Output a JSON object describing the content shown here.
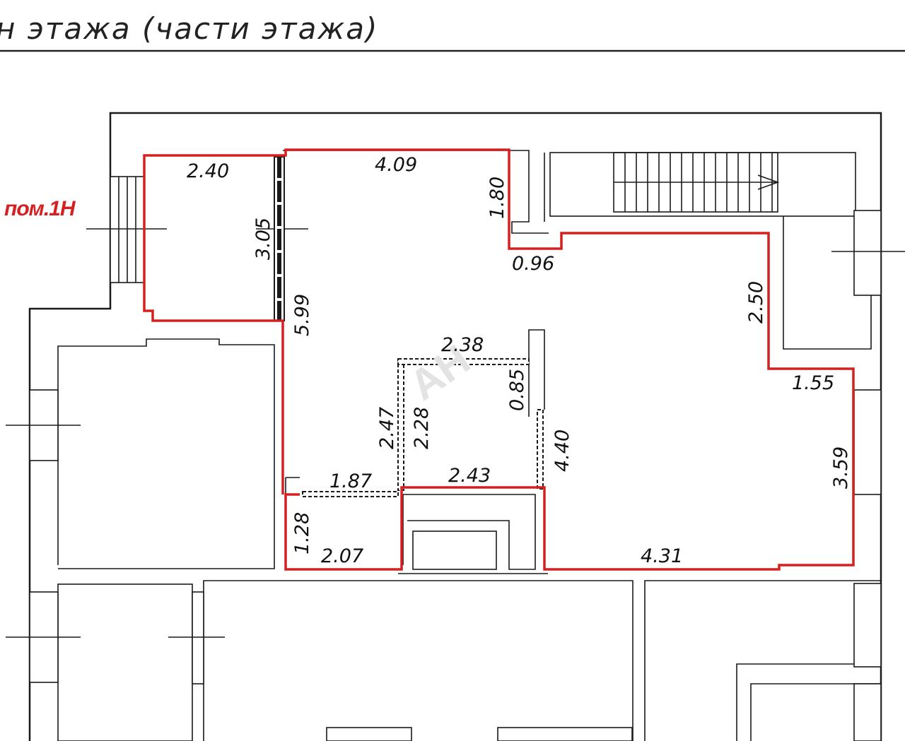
{
  "header": {
    "title": "н этажа (части этажа)"
  },
  "room": {
    "label": "пом.1Н"
  },
  "dimensions": {
    "d_2_40": "2.40",
    "d_4_09": "4.09",
    "d_1_80": "1.80",
    "d_3_05": "3.05",
    "d_0_96": "0.96",
    "d_2_50": "2.50",
    "d_5_99": "5.99",
    "d_2_38": "2.38",
    "d_0_85": "0.85",
    "d_1_55": "1.55",
    "d_2_47": "2.47",
    "d_2_28": "2.28",
    "d_4_40": "4.40",
    "d_3_59": "3.59",
    "d_1_87": "1.87",
    "d_2_43": "2.43",
    "d_1_28": "1.28",
    "d_2_07": "2.07",
    "d_4_31": "4.31"
  },
  "colors": {
    "outline": "#d42020",
    "label": "#d42020",
    "walls": "#1a1a1a"
  }
}
